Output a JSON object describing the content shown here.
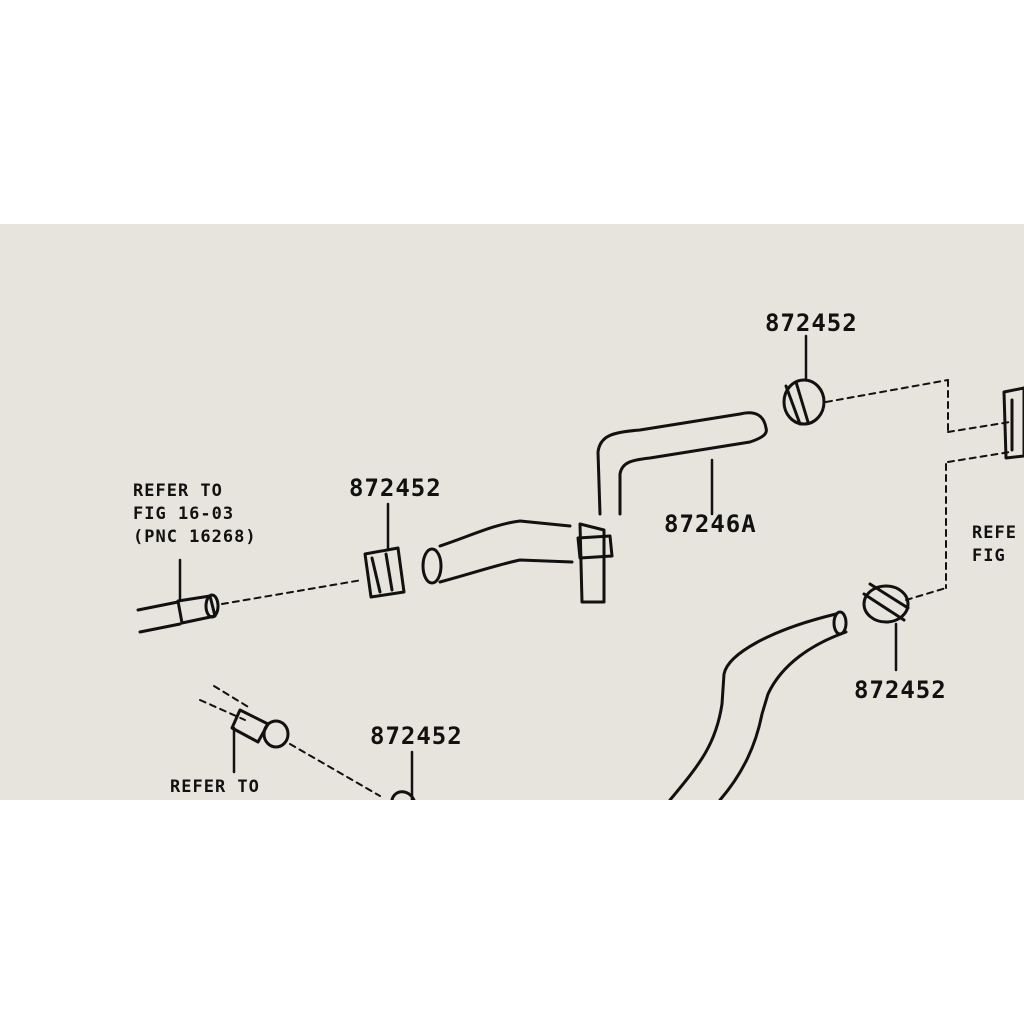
{
  "parts": {
    "clamp_top": "872452",
    "clamp_left": "872452",
    "hose_main": "87246A",
    "clamp_right": "872452",
    "clamp_bottom": "872452"
  },
  "refs": {
    "left": {
      "line1": "REFER TO",
      "line2": "FIG 16-03",
      "line3": "(PNC 16268)"
    },
    "bottom": {
      "line1": "REFER TO"
    },
    "right": {
      "line1": "REFE",
      "line2": "FIG"
    }
  },
  "colors": {
    "screen_bg": "#e6e4dc",
    "ink": "#111111",
    "frame": "#ffffff"
  }
}
